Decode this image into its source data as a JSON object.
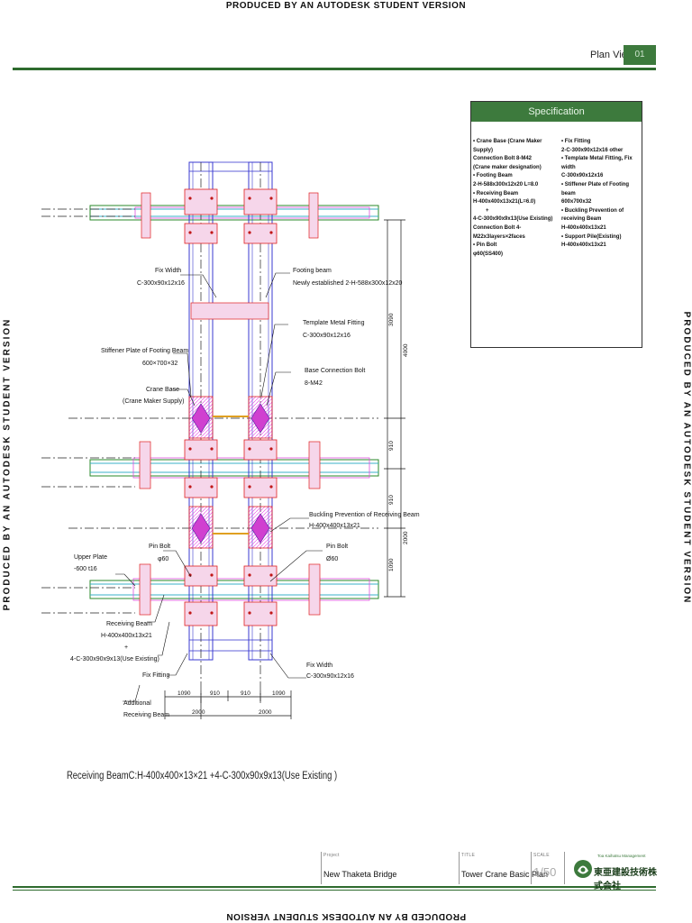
{
  "watermark": {
    "text": "PRODUCED BY AN AUTODESK STUDENT VERSION"
  },
  "header": {
    "view_label": "Plan View",
    "view_number": "01"
  },
  "spec": {
    "title": "Specification",
    "left_lines": [
      "• Crane Base (Crane Maker Supply)",
      "Connection Bolt 8-M42",
      "(Crane maker designation)",
      "• Footing Beam",
      "2-H-588x300x12x20  L=8.0",
      "• Receiving Beam",
      "H-400x400x13x21(L=6.0)",
      "+",
      "4-C-300x90x9x13(Use Existing)",
      "Connection Bolt 4-M22x3layers×2faces",
      "• Pin Bolt",
      "φ60(SS400)"
    ],
    "right_lines": [
      "• Fix Fitting",
      "2-C-300x90x12x16  other",
      "• Template Metal Fitting, Fix width",
      "C-300x90x12x16",
      "• Stiffener Plate of Footing beam",
      "600x700x32",
      "• Buckling Prevention of receiving Beam",
      "H-400x400x13x21",
      "• Support Pile(Existing)",
      "H-400x400x13x21"
    ]
  },
  "labels": {
    "fix_width_top": [
      "Fix Width",
      "C-300x90x12x16"
    ],
    "footing_beam": [
      "Footing beam",
      "Newly established 2-H-588x300x12x20"
    ],
    "template_fitting": [
      "Template Metal Fitting",
      "C-300x90x12x16"
    ],
    "stiffener": [
      "Stiffener Plate of Footing Beam",
      "600×700×32"
    ],
    "base_bolt": [
      "Base Connection Bolt",
      "8-M42"
    ],
    "crane_base": [
      "Crane Base",
      "(Crane Maker Supply)"
    ],
    "buckling": [
      "Buckling Prevention of Receiving Beam",
      "H-400x400x13x21"
    ],
    "upper_plate": [
      "Upper Plate",
      "-600  t16"
    ],
    "pin_bolt_left": [
      "Pin Bolt",
      "φ60"
    ],
    "pin_bolt_right": [
      "Pin Bolt",
      "Ø60"
    ],
    "receiving_beam": [
      "Receiving Beam",
      "H-400x400x13x21",
      "+",
      "4-C-300x90x9x13(Use Existing)"
    ],
    "fix_fitting": "Fix Fitting",
    "fix_width_bottom": [
      "Fix Width",
      "C-300x90x12x16"
    ],
    "additional": [
      "Additional",
      "Receiving Beam"
    ]
  },
  "dimensions": {
    "right_chain": [
      "3090",
      "910",
      "910",
      "1090"
    ],
    "right_totals": [
      "4000",
      "2000"
    ],
    "bottom_chain": [
      "1090",
      "910",
      "910",
      "1090"
    ],
    "bottom_totals": [
      "2000",
      "2000"
    ]
  },
  "note": "Receiving BeamC:H-400x400×13×21 +4-C-300x90x9x13(Use Existing )",
  "titleblock": {
    "project_label": "Project",
    "project_value": "New Thaketa Bridge",
    "title_label": "TITLE",
    "title_value": "Tower Crane Basic Plan",
    "scale_label": "SCALE",
    "scale_value": "1/50",
    "logo_tagline": "Toa Kaihatsu Management",
    "logo_name": "東亜建設技術株式会社"
  }
}
